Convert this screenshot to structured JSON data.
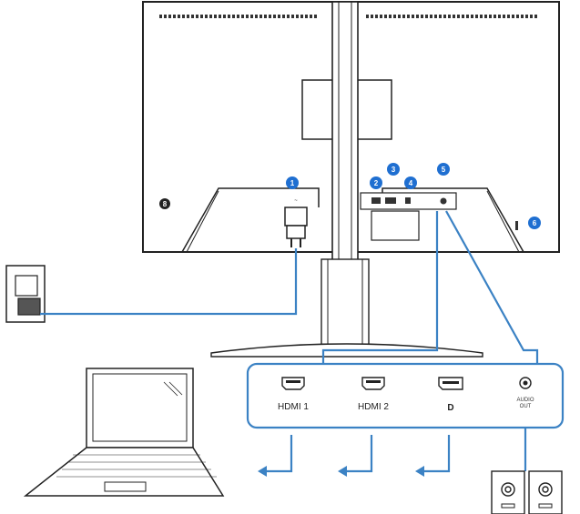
{
  "callouts": [
    {
      "id": "1",
      "color": "#1f6fd1"
    },
    {
      "id": "2",
      "color": "#1f6fd1"
    },
    {
      "id": "3",
      "color": "#1f6fd1"
    },
    {
      "id": "4",
      "color": "#1f6fd1"
    },
    {
      "id": "5",
      "color": "#1f6fd1"
    },
    {
      "id": "6",
      "color": "#1f6fd1"
    },
    {
      "id": "8",
      "color": "#222222"
    }
  ],
  "ports_panel": {
    "hdmi1": "HDMI 1",
    "hdmi2": "HDMI 2",
    "displayport": "D",
    "audio_out_line1": "AUDIO",
    "audio_out_line2": "OUT"
  },
  "power_symbol": "~",
  "colors": {
    "cable": "#3b82c4",
    "outline": "#222222",
    "badge": "#1f6fd1"
  },
  "icons": [
    "monitor-rear",
    "power-connector",
    "wall-outlet",
    "laptop",
    "speakers",
    "hdmi-port-icon",
    "displayport-icon",
    "audio-jack-icon"
  ]
}
